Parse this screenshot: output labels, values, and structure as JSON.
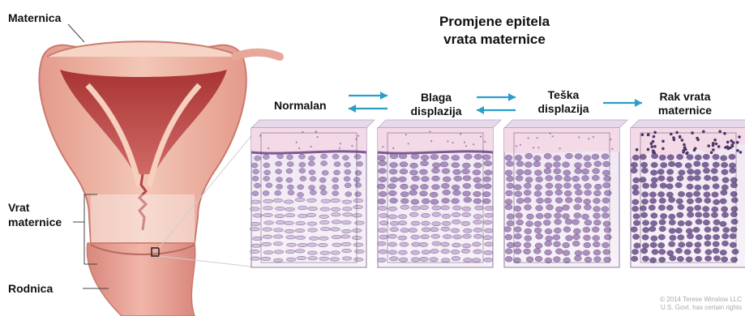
{
  "diagram": {
    "title_line1": "Promjene epitela",
    "title_line2": "vrata maternice",
    "anatomy_labels": {
      "uterus": "Maternica",
      "cervix_line1": "Vrat",
      "cervix_line2": "maternice",
      "vagina": "Rodnica"
    },
    "stages": [
      {
        "line1": "Normalan",
        "line2": ""
      },
      {
        "line1": "Blaga",
        "line2": "displazija"
      },
      {
        "line1": "Teška",
        "line2": "displazija"
      },
      {
        "line1": "Rak vrata",
        "line2": "maternice"
      }
    ],
    "credit_line1": "© 2014 Terese Winslow LLC",
    "credit_line2": "U.S. Govt. has certain rights",
    "colors": {
      "arrow": "#2a9ec6",
      "uterus_tissue": "#f0bfae",
      "uterus_wall": "#dc8d80",
      "cavity": "#c04a4a",
      "normal_cells": "#d9c8e2",
      "dysplasia_cells": "#9c7eb5",
      "cancer_cells": "#6a4d88",
      "surface_layer": "#f4d9e6"
    }
  }
}
